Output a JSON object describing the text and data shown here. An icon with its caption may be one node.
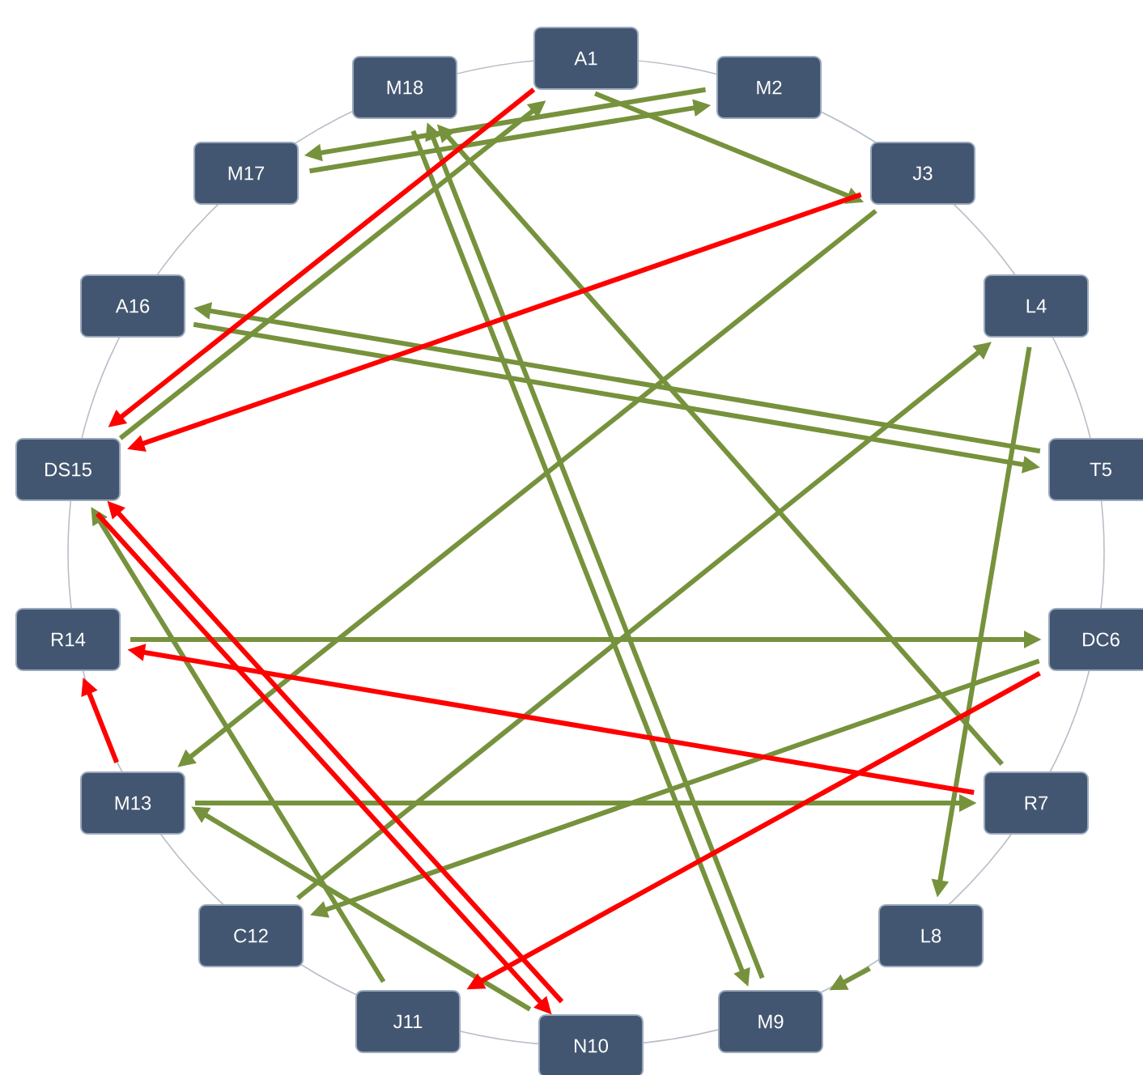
{
  "diagram": {
    "nodes": [
      {
        "text": [
          "A1"
        ]
      },
      {
        "text": [
          "M2"
        ]
      },
      {
        "text": [
          "J3"
        ]
      },
      {
        "text": [
          "L4"
        ]
      },
      {
        "text": [
          "T5"
        ]
      },
      {
        "text": [
          "DC6"
        ]
      },
      {
        "text": [
          "R7"
        ]
      },
      {
        "text": [
          "L8"
        ]
      },
      {
        "text": [
          "M9"
        ]
      },
      {
        "text": [
          "N10"
        ]
      },
      {
        "text": [
          "J11"
        ]
      },
      {
        "text": [
          "C12"
        ]
      },
      {
        "text": [
          "M13"
        ]
      },
      {
        "text": [
          "R14"
        ]
      },
      {
        "text": [
          "DS15"
        ]
      },
      {
        "text": [
          "A16"
        ]
      },
      {
        "text": [
          "M17"
        ]
      },
      {
        "text": [
          "M18"
        ]
      }
    ],
    "edges": [
      {
        "from": 14,
        "to": 0,
        "arrow": "to"
      },
      {
        "from": 16,
        "to": 1,
        "arrow": "to"
      },
      {
        "from": 1,
        "to": 16,
        "arrow": "to"
      },
      {
        "from": 0,
        "to": 2,
        "arrow": "to"
      },
      {
        "from": 2,
        "to": 12,
        "arrow": "to"
      },
      {
        "from": 4,
        "to": 15,
        "arrow": "to"
      },
      {
        "from": 15,
        "to": 4,
        "arrow": "to"
      },
      {
        "from": 11,
        "to": 3,
        "arrow": "to"
      },
      {
        "from": 3,
        "to": 7,
        "arrow": "to"
      },
      {
        "from": 7,
        "to": 8,
        "arrow": "to"
      },
      {
        "from": 8,
        "to": 17,
        "arrow": "to"
      },
      {
        "from": 17,
        "to": 8,
        "arrow": "to"
      },
      {
        "from": 6,
        "to": 17,
        "arrow": "to"
      },
      {
        "from": 13,
        "to": 5,
        "arrow": "to"
      },
      {
        "from": 5,
        "to": 11,
        "arrow": "to"
      },
      {
        "from": 12,
        "to": 6,
        "arrow": "to"
      },
      {
        "from": 9,
        "to": 12,
        "arrow": "to"
      },
      {
        "from": 10,
        "to": 14,
        "arrow": "to"
      },
      {
        "from": 0,
        "to": 14,
        "arrow": "to",
        "color": "#ff0000"
      },
      {
        "from": 2,
        "to": 14,
        "arrow": "to",
        "color": "#ff0000"
      },
      {
        "from": 14,
        "to": 9,
        "arrow": "to",
        "color": "#ff0000"
      },
      {
        "from": 9,
        "to": 14,
        "arrow": "to",
        "color": "#ff0000"
      },
      {
        "from": 6,
        "to": 13,
        "arrow": "to",
        "color": "#ff0000"
      },
      {
        "from": 12,
        "to": 13,
        "arrow": "to",
        "color": "#ff0000"
      },
      {
        "from": 5,
        "to": 10,
        "arrow": "to",
        "color": "#ff0000"
      }
    ]
  }
}
